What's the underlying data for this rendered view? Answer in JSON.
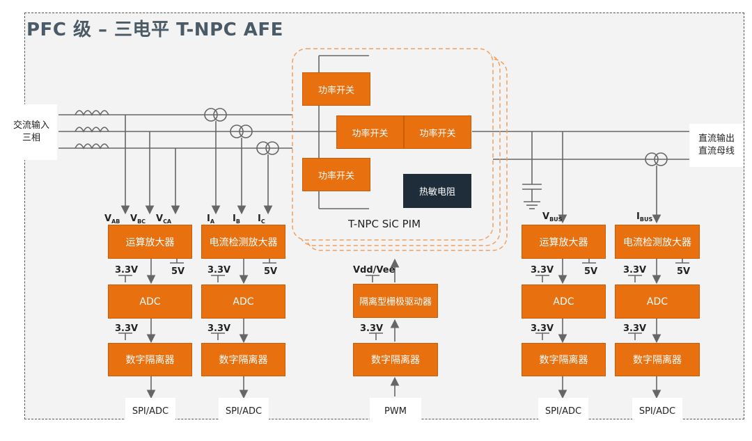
{
  "title": "PFC 级 – 三电平 T-NPC AFE",
  "inputs": {
    "ac_line1": "交流输入",
    "ac_line2": "三相",
    "dc_line1": "直流输出",
    "dc_line2": "直流母线"
  },
  "pim": {
    "label": "T-NPC SiC PIM",
    "switch_label": "功率开关",
    "thermistor": "热敏电阻"
  },
  "sense": {
    "vab": "V",
    "vab_sub": "AB",
    "vbc": "V",
    "vbc_sub": "BC",
    "vca": "V",
    "vca_sub": "CA",
    "ia": "I",
    "ia_sub": "A",
    "ib": "I",
    "ib_sub": "B",
    "ic": "I",
    "ic_sub": "C",
    "vbus": "V",
    "vbus_sub": "BUS",
    "ibus": "I",
    "ibus_sub": "BUS"
  },
  "blocks": {
    "opamp": "运算放大器",
    "csa": "电流检测放大器",
    "adc": "ADC",
    "iso": "数字隔离器",
    "gate_driver": "隔离型栅极驱动器"
  },
  "rails": {
    "v33": "3.3V",
    "v5": "5V",
    "vdd": "Vdd/Vee"
  },
  "outputs": {
    "spi_adc": "SPI/ADC",
    "pwm": "PWM"
  },
  "colors": {
    "block": "#e8700f",
    "dark": "#1f2d3a",
    "pim_border": "#f0a060",
    "wire": "#555555"
  }
}
